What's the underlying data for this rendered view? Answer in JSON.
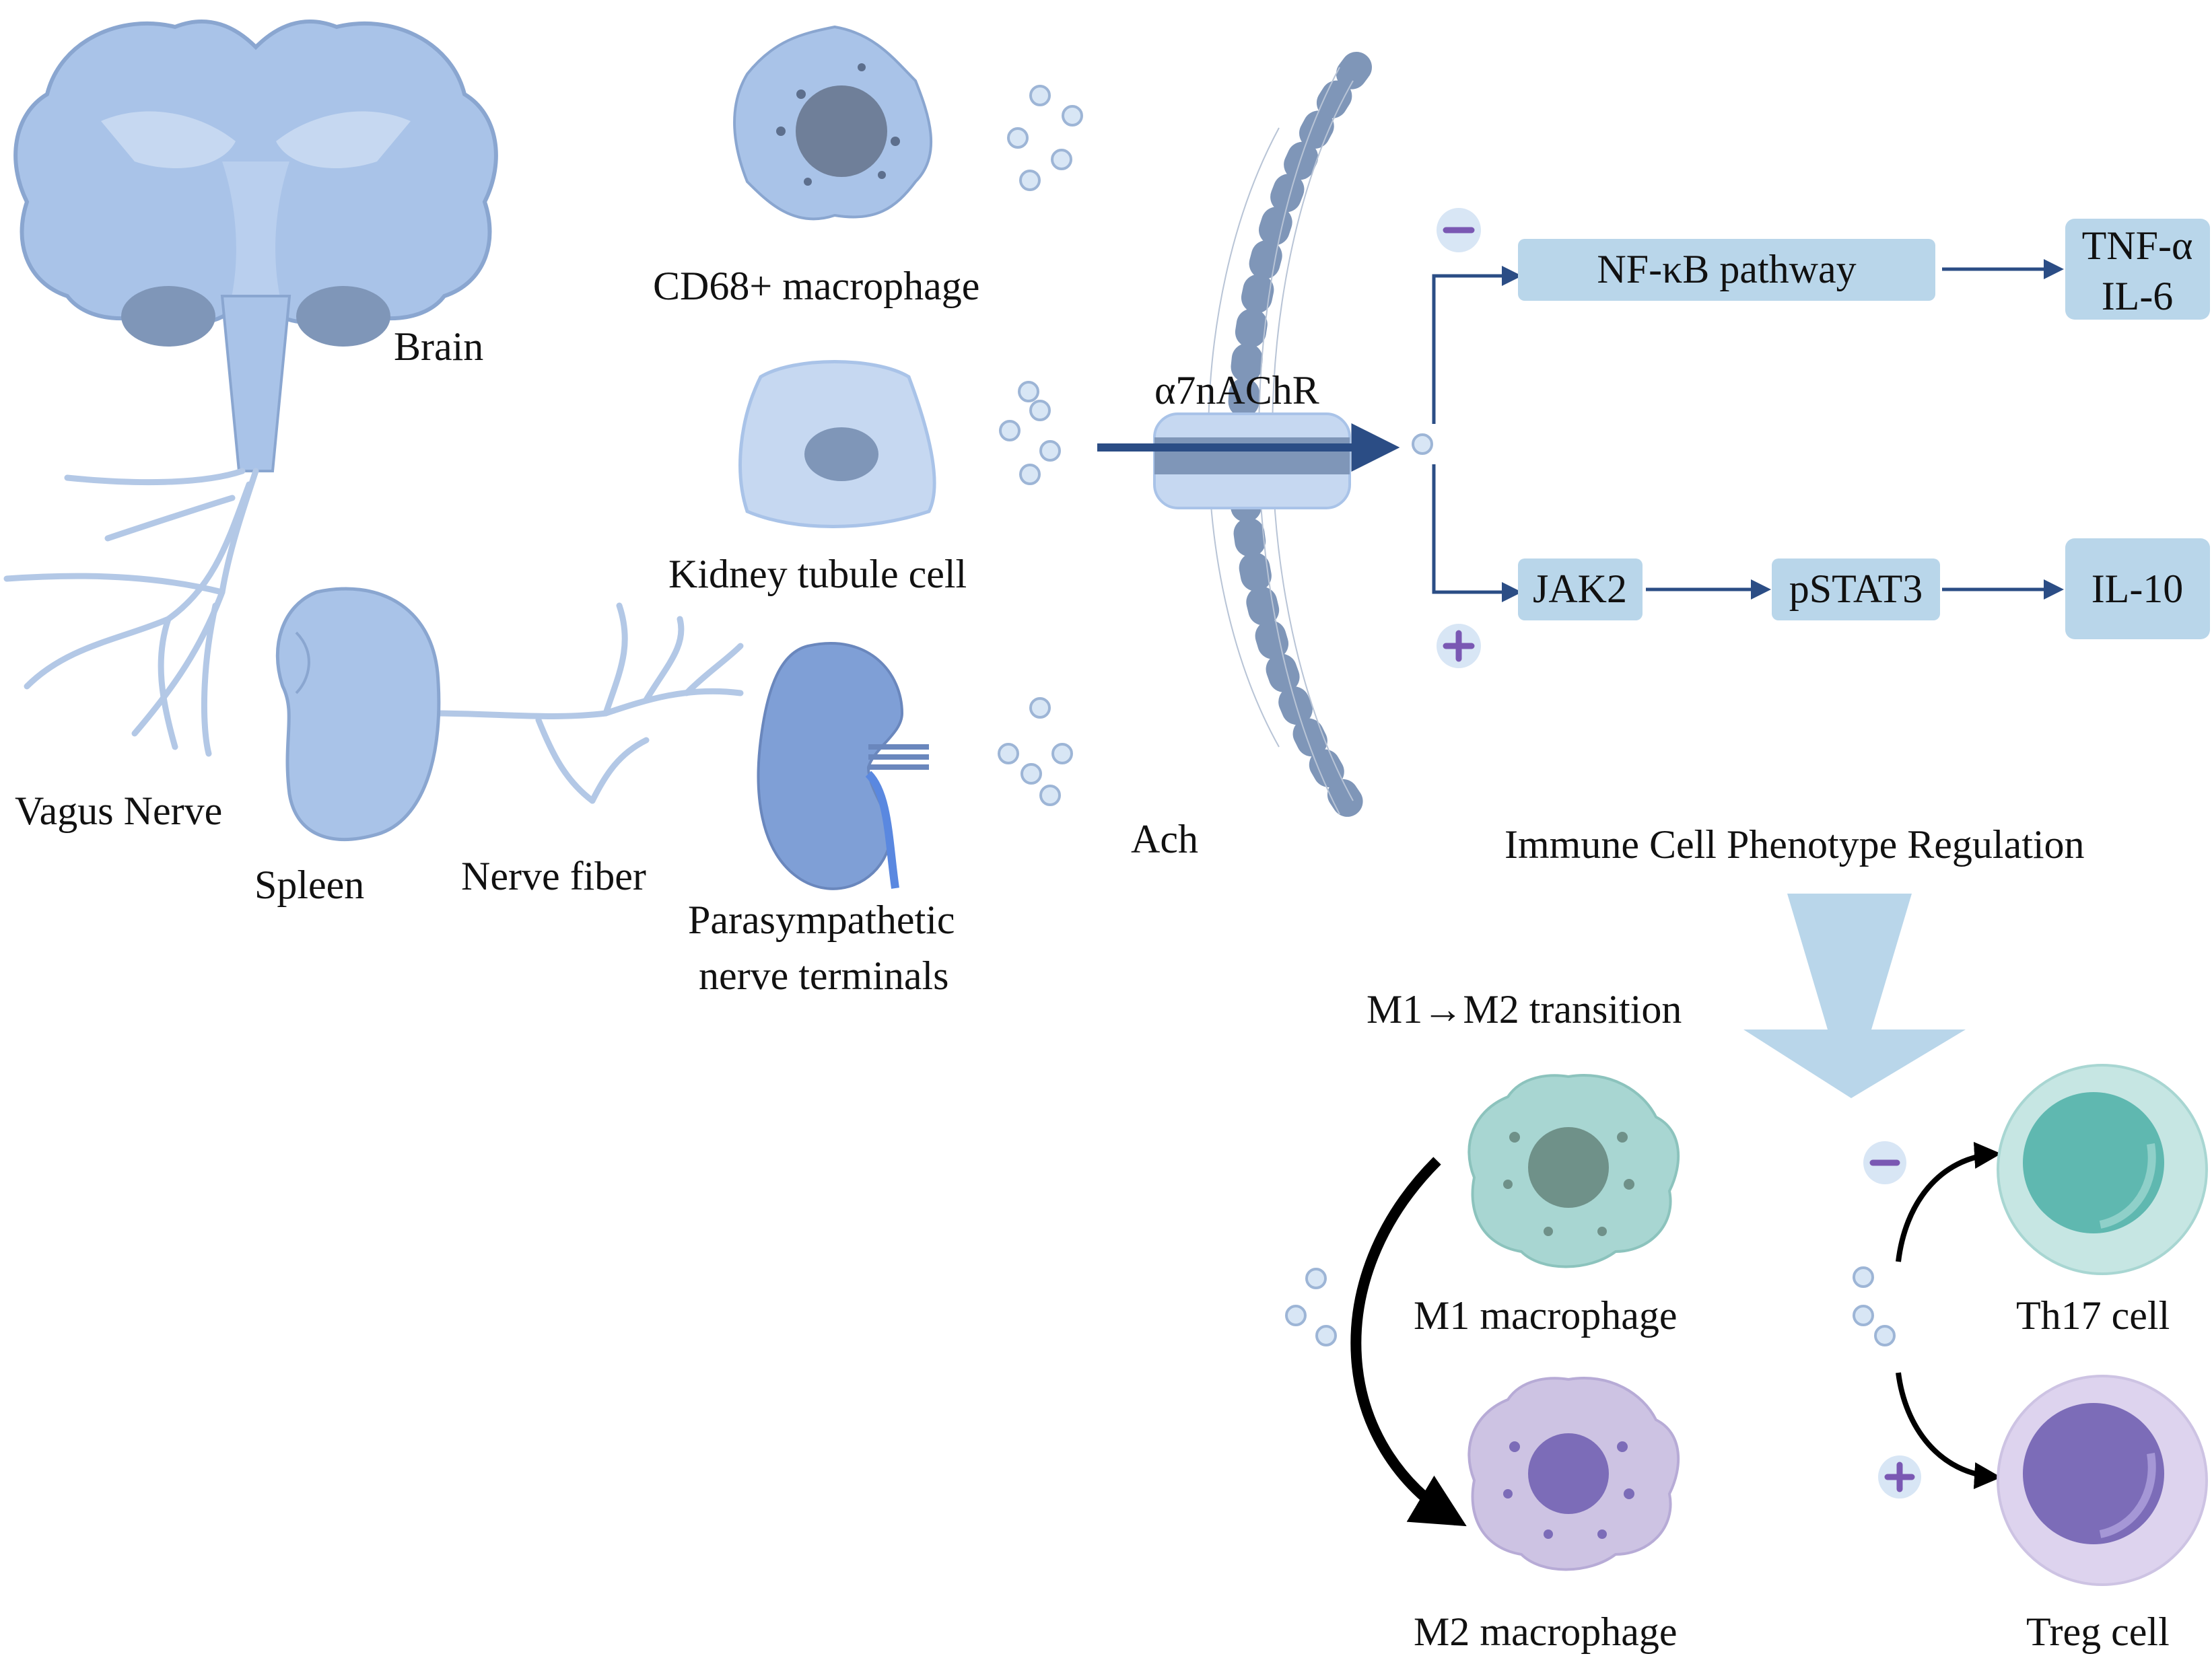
{
  "labels": {
    "brain": "Brain",
    "vagus_nerve": "Vagus Nerve",
    "spleen": "Spleen",
    "nerve_fiber": "Nerve fiber",
    "parasympathetic_line1": "Parasympathetic",
    "parasympathetic_line2": "nerve terminals",
    "cd68_macrophage": "CD68+ macrophage",
    "kidney_tubule_cell": "Kidney tubule cell",
    "receptor": "α7nAChR",
    "ach": "Ach",
    "immune_regulation": "Immune Cell Phenotype Regulation",
    "m1_m2_transition": "M1→M2 transition",
    "m1_macrophage": "M1 macrophage",
    "m2_macrophage": "M2 macrophage",
    "th17_cell": "Th17 cell",
    "treg_cell": "Treg cell"
  },
  "pathway": {
    "nfkb": "NF-κB pathway",
    "tnf_line1": "TNF-α",
    "tnf_line2": "IL-6",
    "jak2": "JAK2",
    "pstat3": "pSTAT3",
    "il10": "IL-10",
    "minus": "−",
    "plus": "+"
  },
  "colors": {
    "organ_blue": "#a9c3e8",
    "organ_dark": "#7f96b8",
    "box_fill": "#b9d6ea",
    "arrow_navy": "#2b4d85",
    "m1_teal": "#a8d6d2",
    "m2_purple": "#cdc3e3",
    "sign_purple": "#7a58b3"
  }
}
